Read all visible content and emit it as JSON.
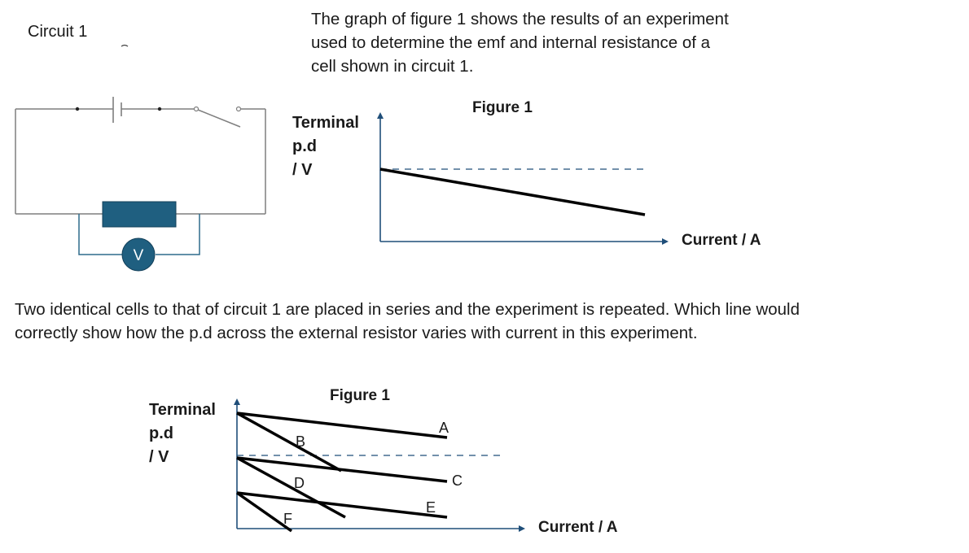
{
  "circuit": {
    "title": "Circuit 1",
    "voltmeter_symbol": "V"
  },
  "intro": {
    "lines": [
      "The graph of figure 1 shows the results of an experiment",
      "used to determine the emf and internal resistance of a",
      "cell shown in circuit 1."
    ]
  },
  "question": {
    "lines": [
      "Two identical cells to that of circuit 1 are placed in series and the experiment is repeated. Which line would",
      "correctly show how the p.d across the external resistor varies with current in this experiment."
    ]
  },
  "graph1": {
    "title": "Figure 1",
    "y_label_lines": [
      "Terminal",
      "p.d",
      "/ V"
    ],
    "x_label": "Current / A"
  },
  "graph2": {
    "title": "Figure 1",
    "y_label_lines": [
      "Terminal",
      "p.d",
      "/ V"
    ],
    "x_label": "Current / A",
    "line_labels": [
      "A",
      "B",
      "C",
      "D",
      "E",
      "F"
    ]
  },
  "colors": {
    "circuit_wire": "#7f7f7f",
    "resistor_fill": "#1f5f80",
    "voltmeter_fill": "#1f5f80",
    "voltmeter_wire": "#2e6b8c",
    "axis": "#1f4e79",
    "dashed": "#1f4e79",
    "result_line": "#000000"
  }
}
